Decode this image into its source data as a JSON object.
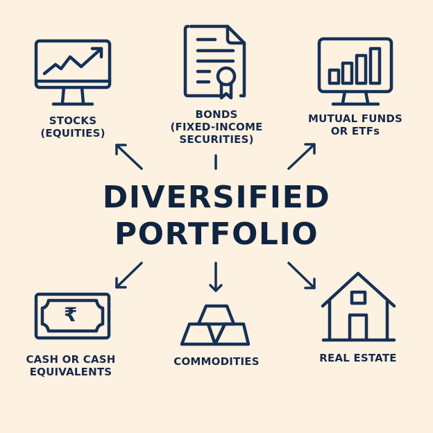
{
  "title": {
    "line1": "DIVERSIFIED",
    "line2": "PORTFOLIO"
  },
  "colors": {
    "background": "#fdf1e1",
    "ink": "#163156",
    "title": "#0f2440"
  },
  "nodes": [
    {
      "id": "stocks",
      "icon": "monitor-line-chart-icon",
      "label_line1": "STOCKS",
      "label_line2": "(EQUITIES)",
      "arrow": "up-left"
    },
    {
      "id": "bonds",
      "icon": "certificate-document-icon",
      "label_line1": "BONDS",
      "label_line2": "(FIXED-INCOME",
      "label_line3": "SECURITIES)",
      "arrow": "up"
    },
    {
      "id": "mutual_funds",
      "icon": "monitor-bar-chart-icon",
      "label_line1": "MUTUAL FUNDS",
      "label_line2": "OR ETFs",
      "arrow": "up-right"
    },
    {
      "id": "cash",
      "icon": "rupee-banknote-icon",
      "icon_glyph": "₹",
      "label_line1": "CASH OR CASH",
      "label_line2": "EQUIVALENTS",
      "arrow": "down-left"
    },
    {
      "id": "commodities",
      "icon": "gold-bars-icon",
      "label_line1": "COMMODITIES",
      "arrow": "down"
    },
    {
      "id": "real_estate",
      "icon": "house-icon",
      "label_line1": "REAL ESTATE",
      "arrow": "down-right"
    }
  ]
}
